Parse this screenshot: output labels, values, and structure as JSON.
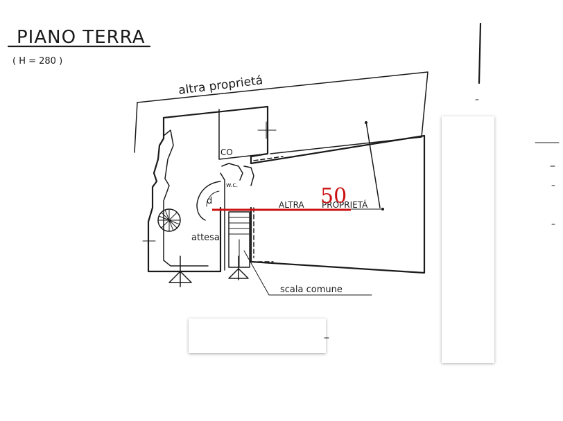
{
  "title": "PIANO TERRA",
  "height_note": "( H = 280 )",
  "labels": {
    "altra_proprieta_top": "altra  proprietá",
    "altra_proprieta_mid_1": "ALTRA",
    "altra_proprieta_mid_2": "PROPRIETÁ",
    "room_attesa": "attesa",
    "room_d": "d",
    "room_wc": "w.c.",
    "room_co": "CO",
    "scala_comune": "scala  comune"
  },
  "scale_marker": "50",
  "colors": {
    "ink": "#1a1a1a",
    "marker": "#cc1111"
  }
}
